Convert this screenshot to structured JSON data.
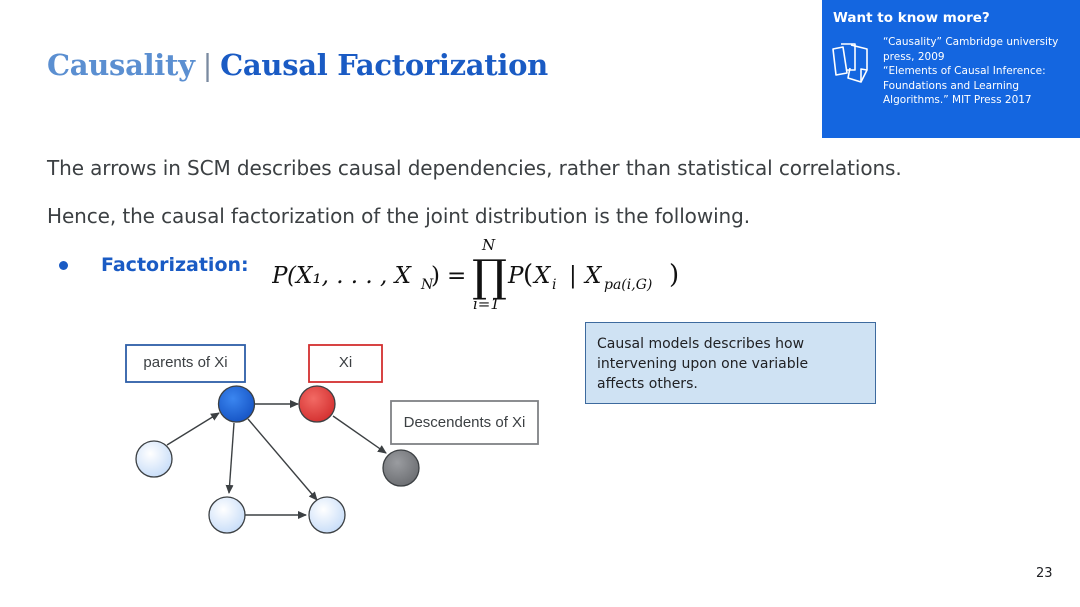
{
  "title": {
    "part1": "Causality",
    "separator": "|",
    "part2": "Causal Factorization"
  },
  "info_box": {
    "heading": "Want to know more?",
    "icon": "documents-icon",
    "references": [
      "“Causality” Cambridge university",
      "press, 2009",
      "“Elements of Causal Inference:",
      "Foundations and Learning",
      "Algorithms.” MIT Press 2017"
    ]
  },
  "body": {
    "line1": "The arrows in SCM describes causal dependencies, rather than statistical correlations.",
    "line2": "Hence, the causal factorization of the joint distribution is the following.",
    "bullet_label": "Factorization:",
    "formula": {
      "lhs_P": "P",
      "lhs_args": "(X₁, . . . , X",
      "lhs_sub_N": "N",
      "lhs_close": ")",
      "equals": "=",
      "product_symbol": "∏",
      "upper_limit": "N",
      "lower_limit": "i=1",
      "rhs_P": "P",
      "rhs_open": "(",
      "rhs_X": "X",
      "rhs_sub_i": "i",
      "given": "|",
      "rhs_X2": "X",
      "rhs_sub_pa": "pa(i,G)",
      "rhs_close": ")"
    }
  },
  "diagram": {
    "label_parents": "parents of Xi",
    "label_xi": "Xi",
    "label_descendents": "Descendents of Xi",
    "colors": {
      "parent_node": "#1a5fd6",
      "xi_node": "#e53935",
      "descendent_node": "#7f8185",
      "other_node": "#dbe9fb"
    }
  },
  "callout": {
    "lines": [
      "Causal models describes how",
      "intervening upon one variable",
      "affects others."
    ]
  },
  "page_number": "23",
  "colors": {
    "accent_blue": "#1a5bc4",
    "title_light_blue": "#5b8fd1",
    "info_box_bg": "#1466e0",
    "callout_bg": "#cfe2f3"
  }
}
